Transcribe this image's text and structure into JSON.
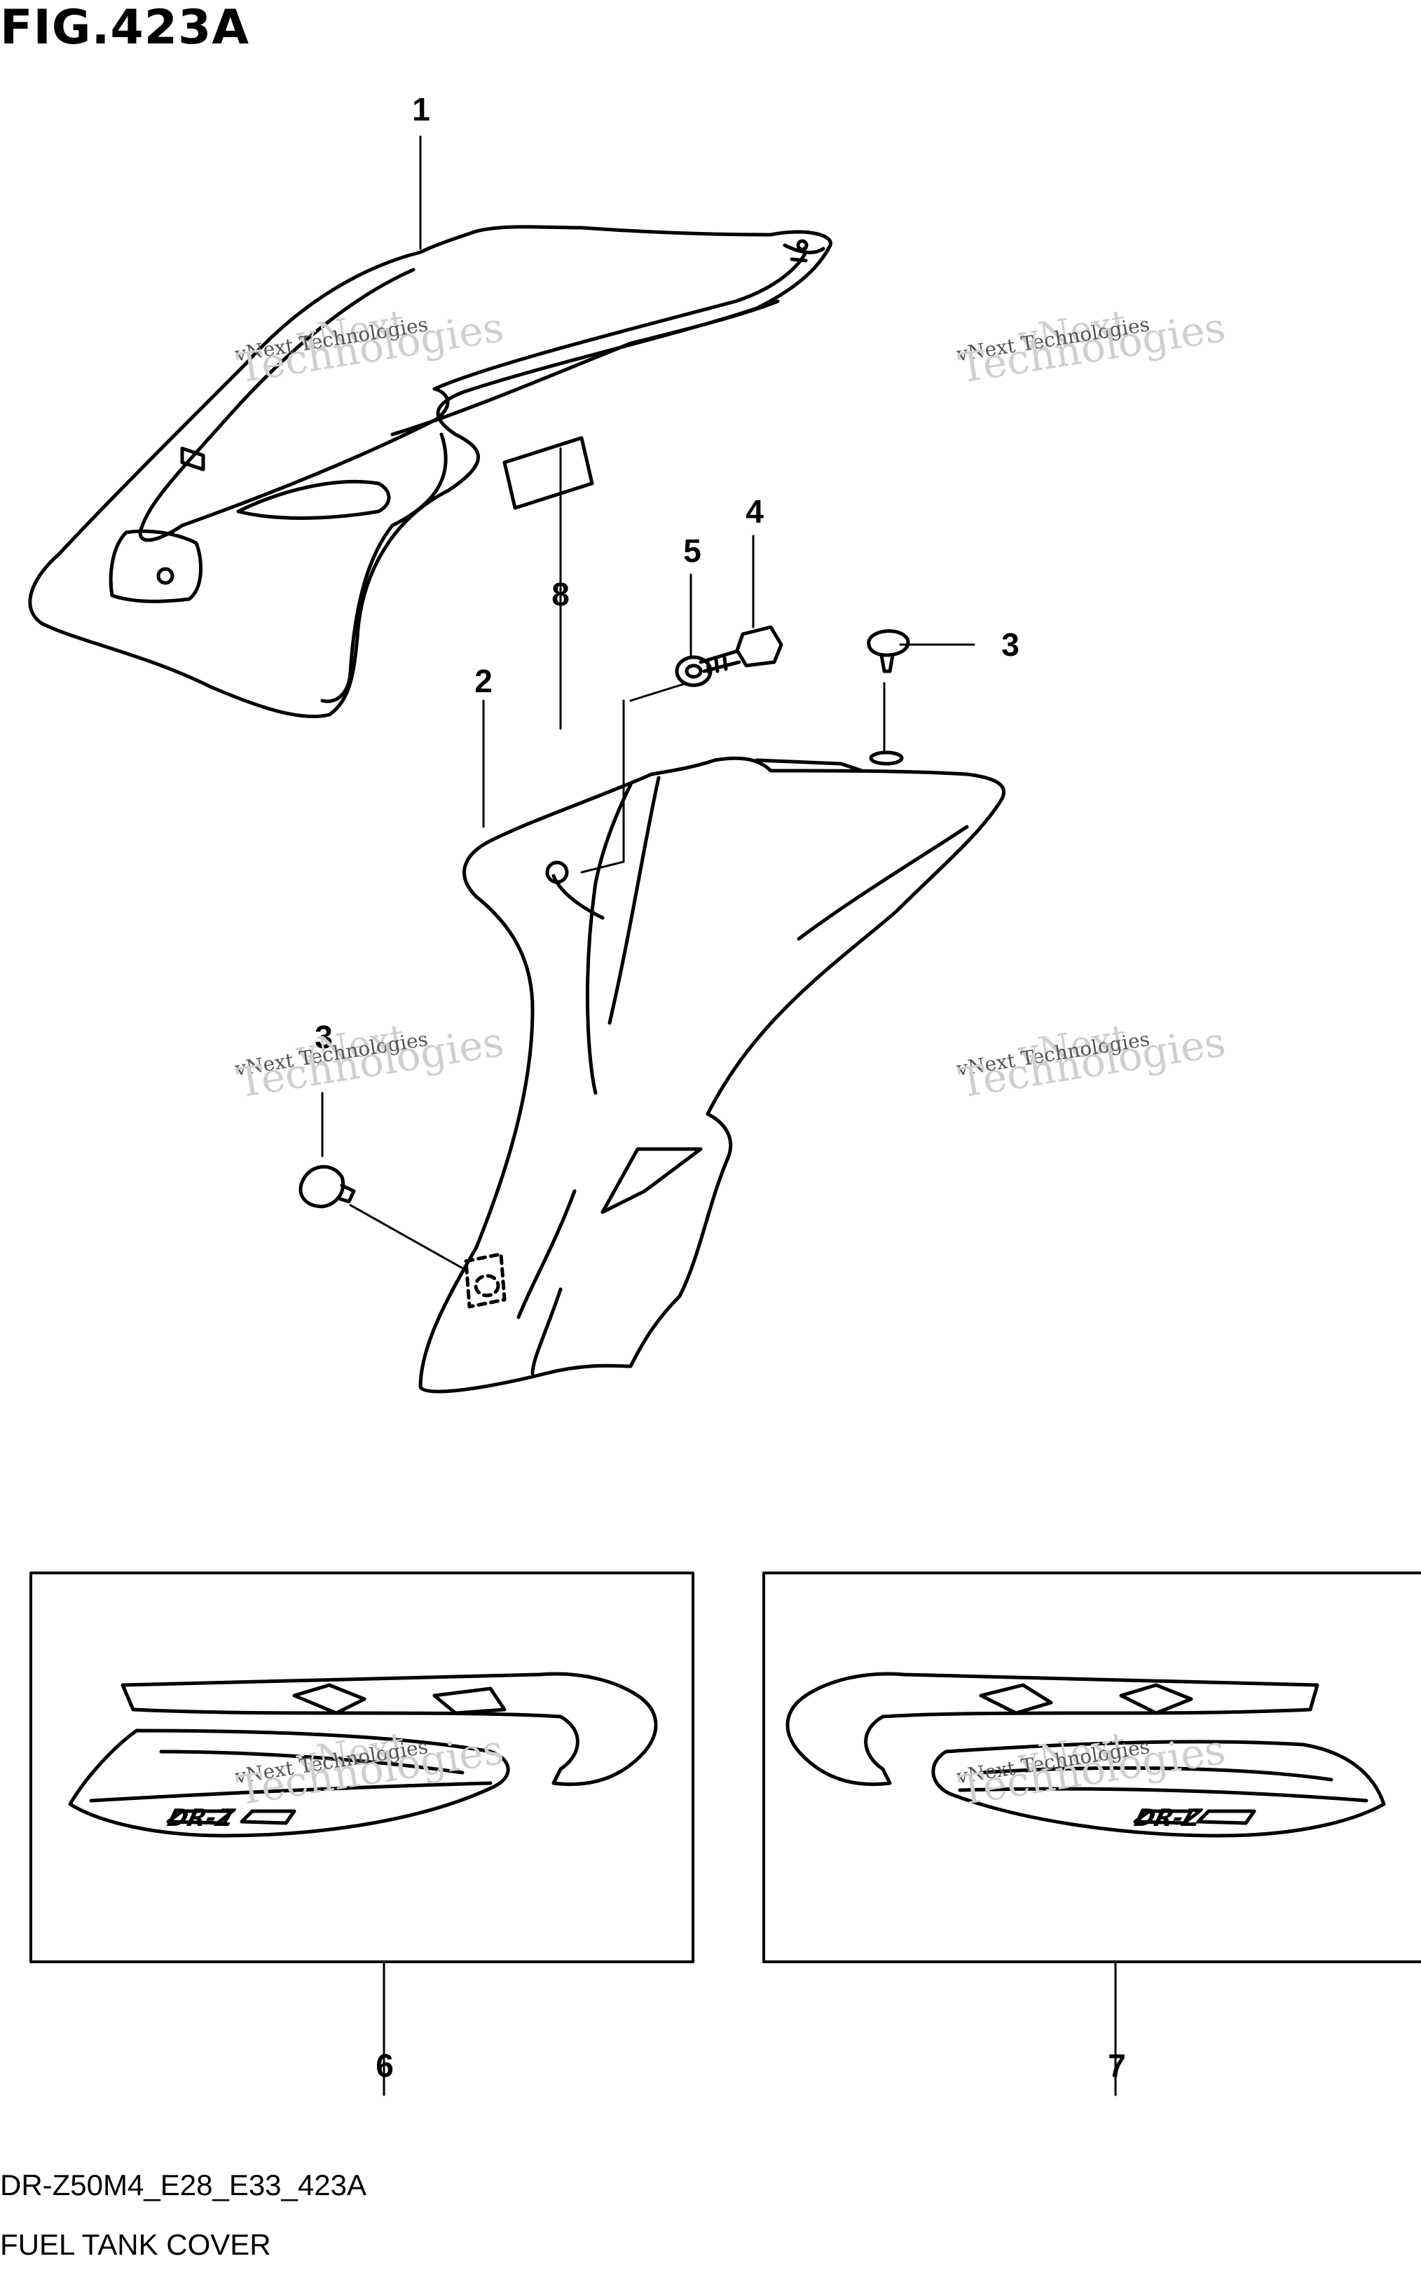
{
  "figure_title": "FIG.423A",
  "model_code": "DR-Z50M4_E28_E33_423A",
  "section_name": "FUEL TANK COVER",
  "callouts": {
    "c1": "1",
    "c2": "2",
    "c3a": "3",
    "c3b": "3",
    "c4": "4",
    "c5": "5",
    "c6": "6",
    "c7": "7",
    "c8": "8"
  },
  "decal_logo_text": "DR-Z",
  "watermark": {
    "line1": "vNext",
    "line2": "vNext Technologies",
    "line3": "Technologies"
  }
}
